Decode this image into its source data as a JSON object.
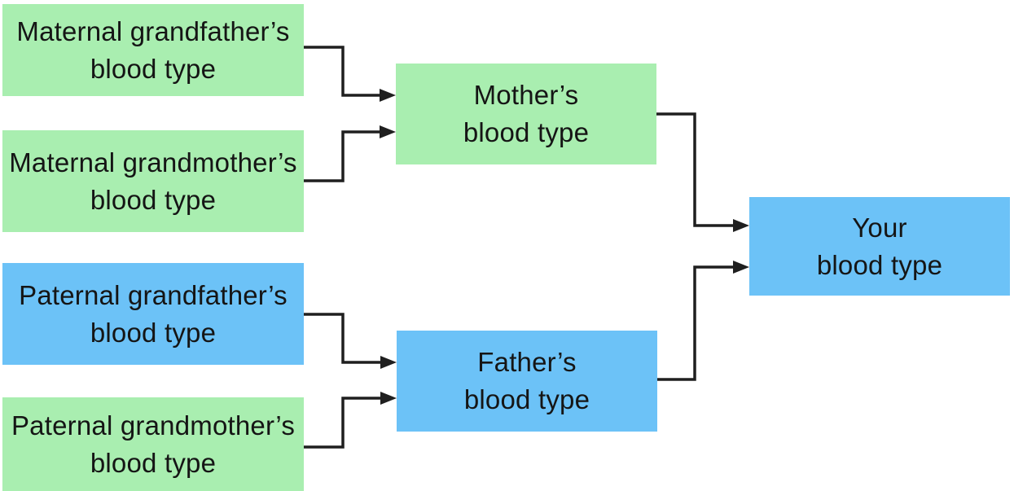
{
  "diagram": {
    "type": "flowchart",
    "description": "Blood type inheritance family tree",
    "background": "#ffffff",
    "colors": {
      "green": "#a9eeb0",
      "blue": "#6cc2f7",
      "line": "#1f1f1f",
      "text": "#151515"
    },
    "nodes": [
      {
        "id": "maternal-grandfather",
        "line1": "Maternal grandfather’s",
        "line2": "blood type",
        "color": "green"
      },
      {
        "id": "maternal-grandmother",
        "line1": "Maternal grandmother’s",
        "line2": "blood type",
        "color": "green"
      },
      {
        "id": "mother",
        "line1": "Mother’s",
        "line2": "blood type",
        "color": "green"
      },
      {
        "id": "paternal-grandfather",
        "line1": "Paternal grandfather’s",
        "line2": "blood type",
        "color": "blue"
      },
      {
        "id": "paternal-grandmother",
        "line1": "Paternal grandmother’s",
        "line2": "blood type",
        "color": "green"
      },
      {
        "id": "father",
        "line1": "Father’s",
        "line2": "blood type",
        "color": "blue"
      },
      {
        "id": "you",
        "line1": "Your",
        "line2": "blood type",
        "color": "blue"
      }
    ],
    "edges": [
      {
        "from": "maternal-grandfather",
        "to": "mother"
      },
      {
        "from": "maternal-grandmother",
        "to": "mother"
      },
      {
        "from": "paternal-grandfather",
        "to": "father"
      },
      {
        "from": "paternal-grandmother",
        "to": "father"
      },
      {
        "from": "mother",
        "to": "you"
      },
      {
        "from": "father",
        "to": "you"
      }
    ]
  }
}
